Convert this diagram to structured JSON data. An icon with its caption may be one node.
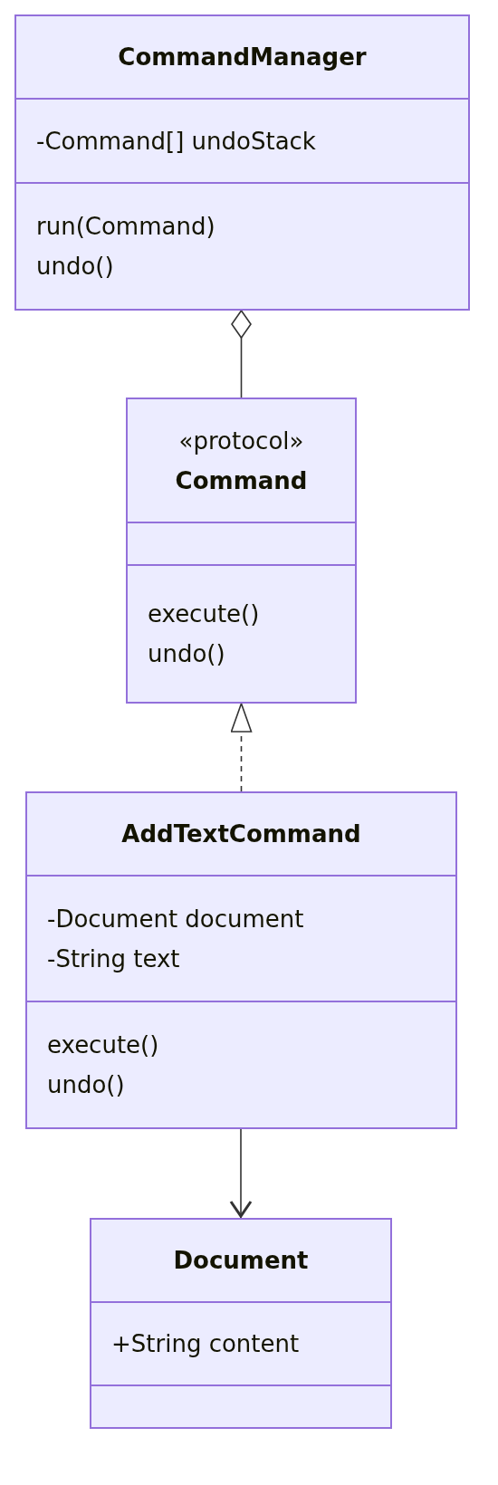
{
  "diagram": {
    "nodes": [
      {
        "text": [
          "CommandManager"
        ]
      },
      {
        "text": [
          "-Command[] undoStack"
        ],
        "in": 0
      },
      {
        "text": [
          "run(Command)",
          "undo()"
        ],
        "in": 0
      },
      {
        "text": [
          "«protocol»",
          "Command"
        ]
      },
      {
        "text": [],
        "shape": "box",
        "in": 3
      },
      {
        "text": [
          "execute()",
          "undo()"
        ],
        "in": 3
      },
      {
        "text": [
          "AddTextCommand"
        ]
      },
      {
        "text": [
          "-Document document",
          "-String text"
        ],
        "in": 6
      },
      {
        "text": [
          "execute()",
          "undo()"
        ],
        "in": 6
      },
      {
        "text": [
          "Document"
        ]
      },
      {
        "text": [
          "+String content"
        ],
        "in": 9
      },
      {
        "text": [],
        "shape": "box",
        "in": 9
      }
    ],
    "edges": [
      {
        "from": 0,
        "to": 3,
        "arrow": "other"
      },
      {
        "from": 6,
        "to": 3,
        "arrow": "to",
        "style": "dashed"
      },
      {
        "from": 6,
        "to": 9,
        "arrow": "to"
      }
    ]
  }
}
